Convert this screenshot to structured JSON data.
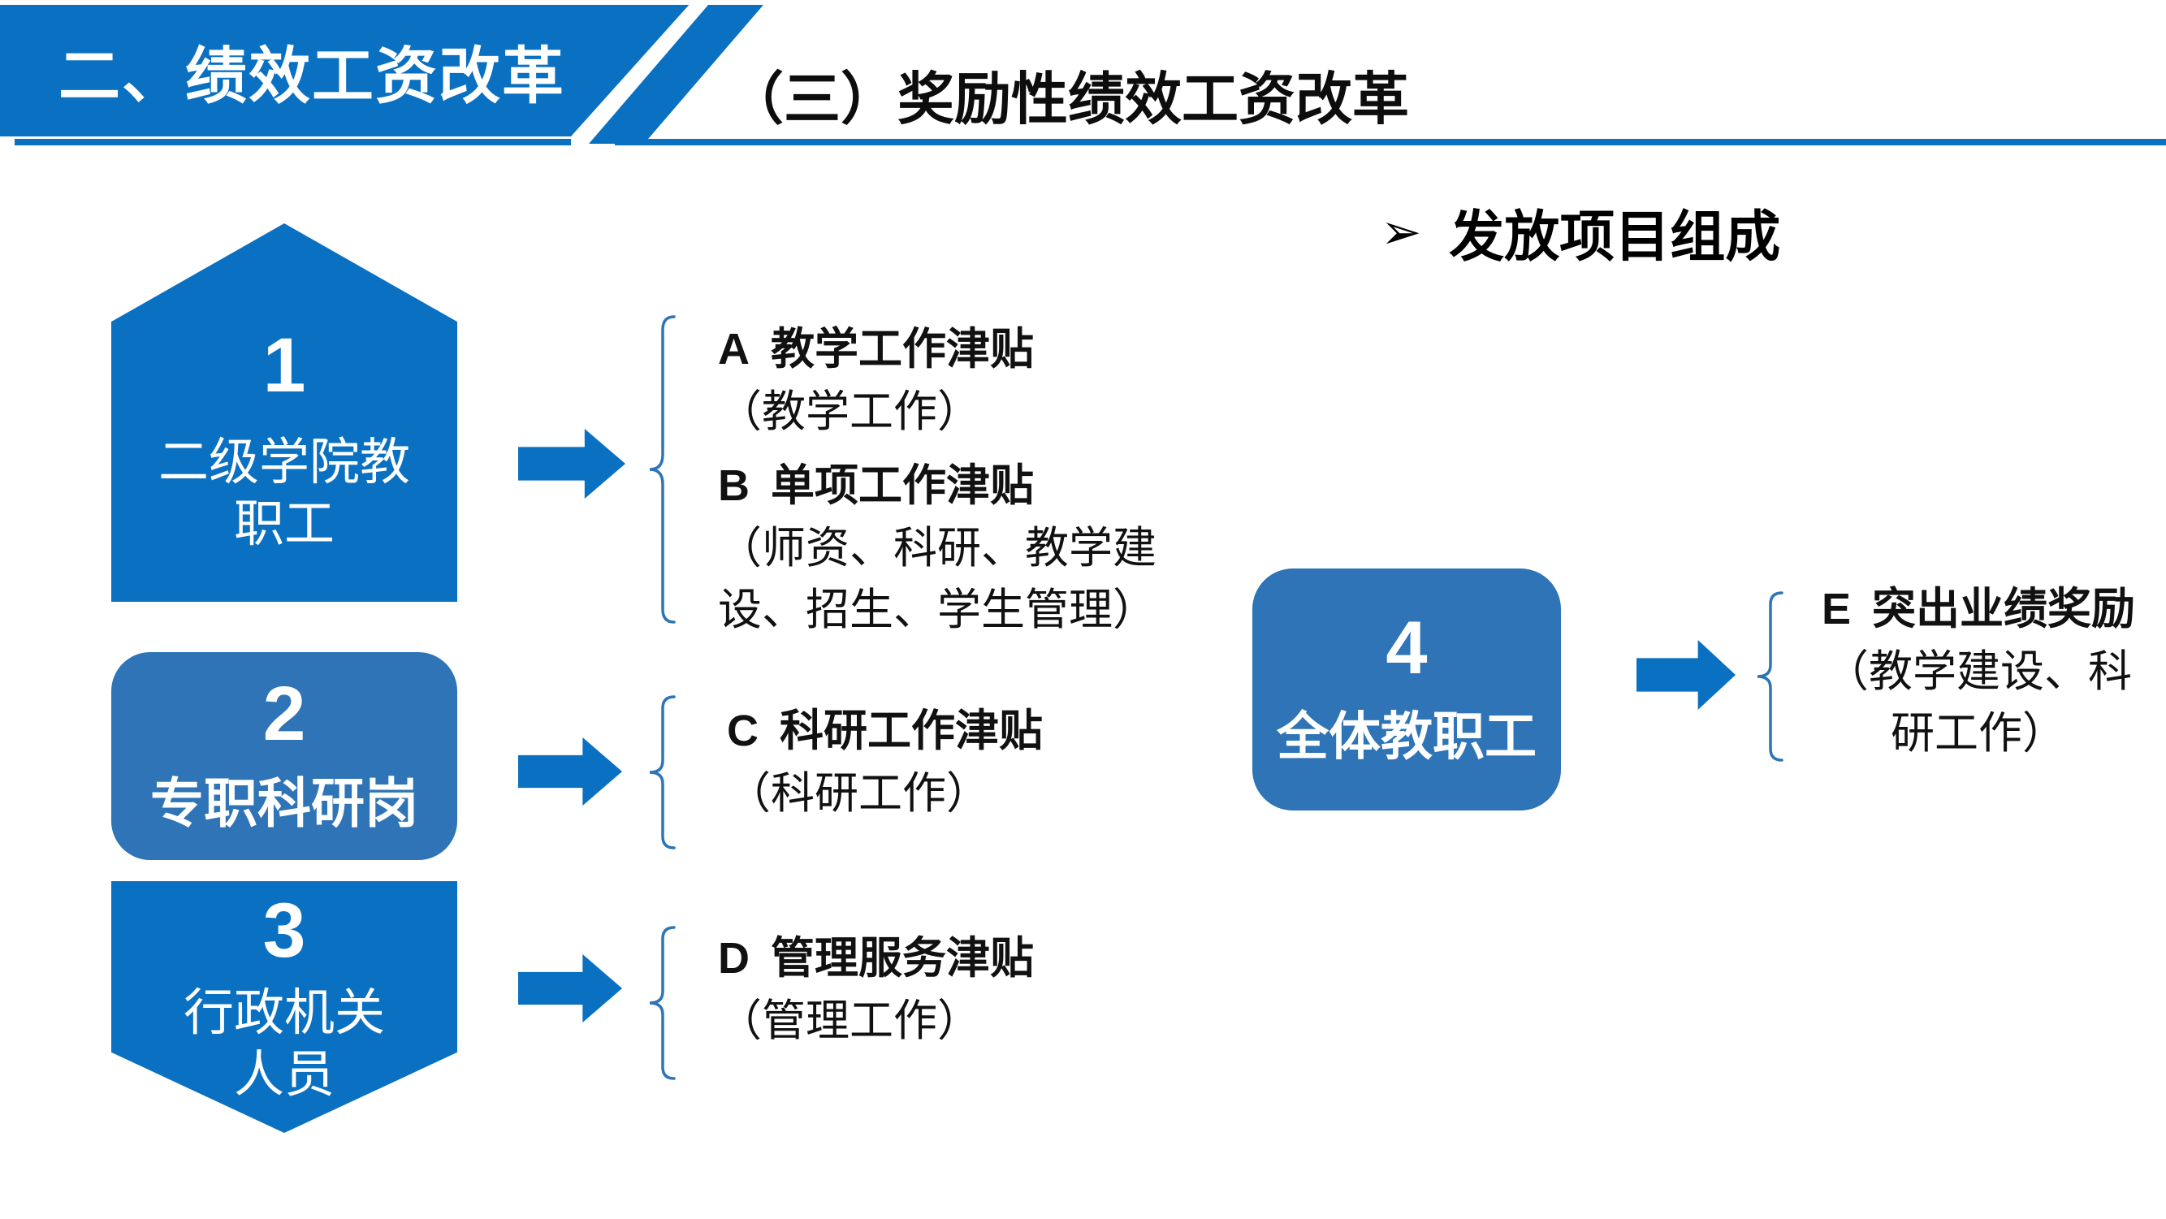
{
  "header": {
    "banner_title": "二、绩效工资改革",
    "section_title": "（三）奖励性绩效工资改革"
  },
  "bullet_heading": {
    "marker": "➢",
    "text": "发放项目组成"
  },
  "groups": [
    {
      "number": "1",
      "shape": "pentagon-up",
      "label_lines": [
        "二级学院教",
        "职工"
      ]
    },
    {
      "number": "2",
      "shape": "rounded-rect",
      "label_lines": [
        "专职科研岗"
      ]
    },
    {
      "number": "3",
      "shape": "pentagon-down",
      "label_lines": [
        "行政机关",
        "人员"
      ]
    },
    {
      "number": "4",
      "shape": "rounded-rect",
      "label_lines": [
        "全体教职工"
      ]
    }
  ],
  "allowances": [
    {
      "code": "A",
      "title": "教学工作津贴",
      "detail_lines": [
        "（教学工作）"
      ]
    },
    {
      "code": "B",
      "title": "单项工作津贴",
      "detail_lines": [
        "（师资、科研、教学建",
        "设、招生、学生管理）"
      ]
    },
    {
      "code": "C",
      "title": "科研工作津贴",
      "detail_lines": [
        "（科研工作）"
      ]
    },
    {
      "code": "D",
      "title": "管理服务津贴",
      "detail_lines": [
        "（管理工作）"
      ]
    },
    {
      "code": "E",
      "title": "突出业绩奖励",
      "detail_lines": [
        "（教学建设、科",
        "研工作）"
      ]
    }
  ],
  "colors": {
    "bright_blue": "#0A70C2",
    "muted_blue": "#2E74B6",
    "brace_blue": "#2E75B6",
    "text_black": "#111111",
    "text_white": "#FFFFFF"
  }
}
